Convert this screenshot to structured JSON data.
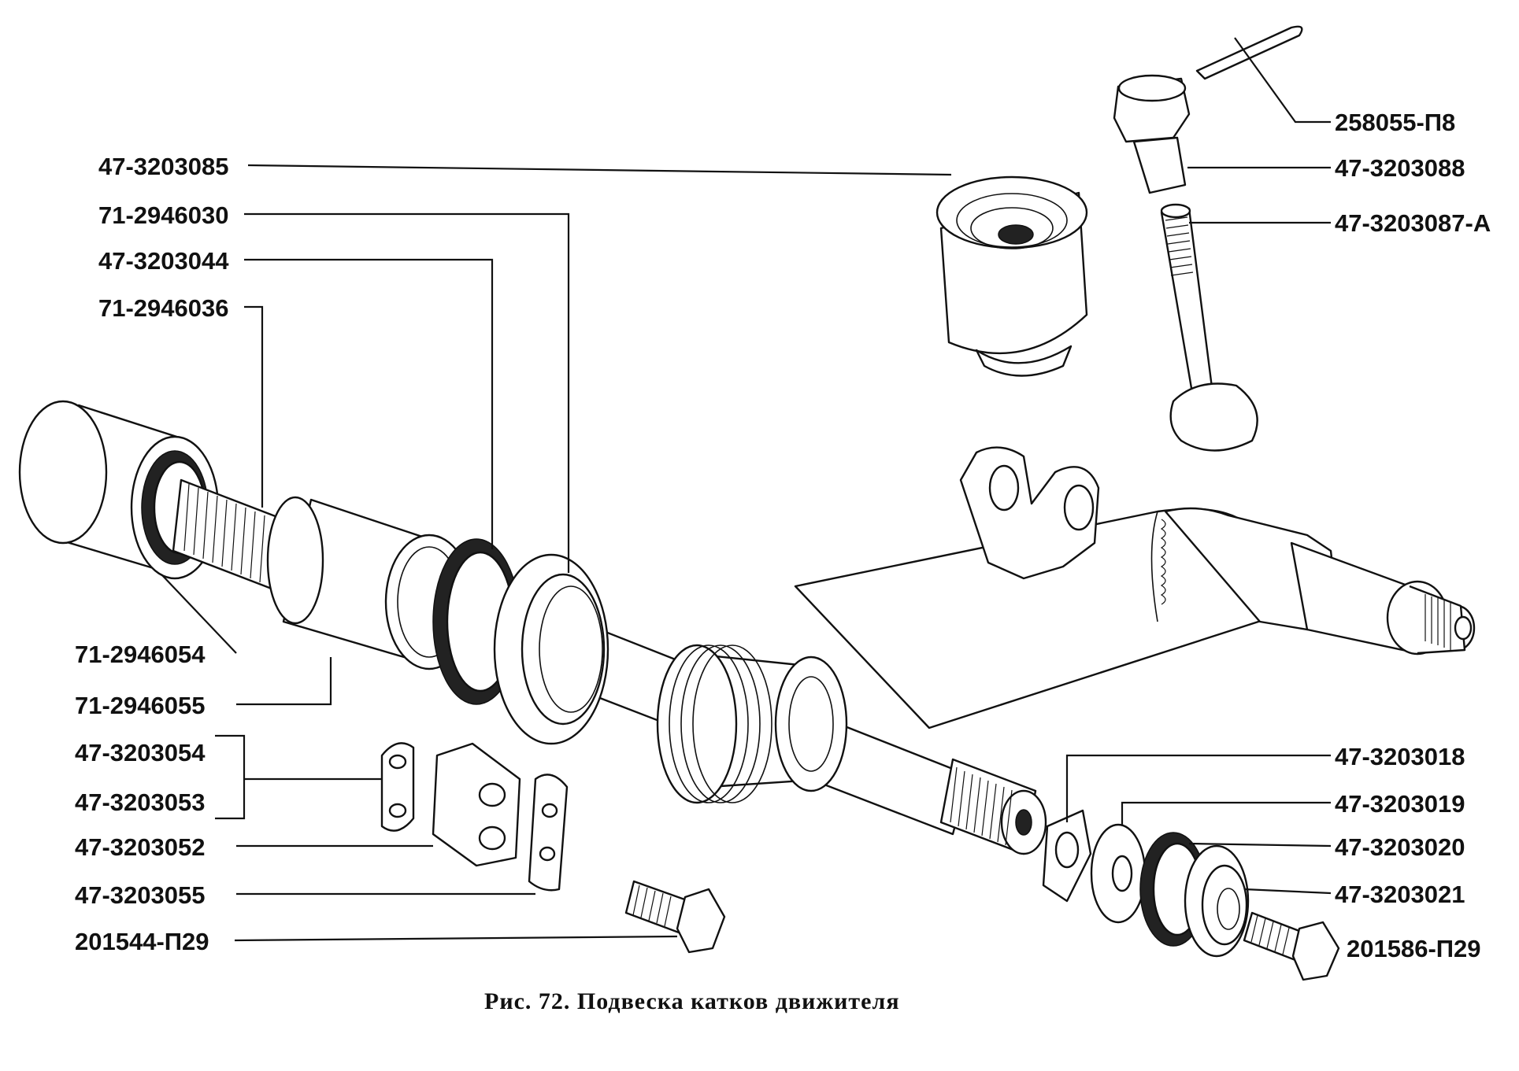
{
  "caption": "Рис. 72. Подвеска катков движителя",
  "labels": {
    "l258055_p8": "258055-П8",
    "l47_3203088": "47-3203088",
    "l47_3203087_a": "47-3203087-А",
    "l47_3203085": "47-3203085",
    "l71_2946030": "71-2946030",
    "l47_3203044": "47-3203044",
    "l71_2946036": "71-2946036",
    "l71_2946054": "71-2946054",
    "l71_2946055": "71-2946055",
    "l47_3203054": "47-3203054",
    "l47_3203053": "47-3203053",
    "l47_3203052": "47-3203052",
    "l47_3203055": "47-3203055",
    "l201544_p29": "201544-П29",
    "l47_3203018": "47-3203018",
    "l47_3203019": "47-3203019",
    "l47_3203020": "47-3203020",
    "l47_3203021": "47-3203021",
    "l201586_p29": "201586-П29"
  }
}
